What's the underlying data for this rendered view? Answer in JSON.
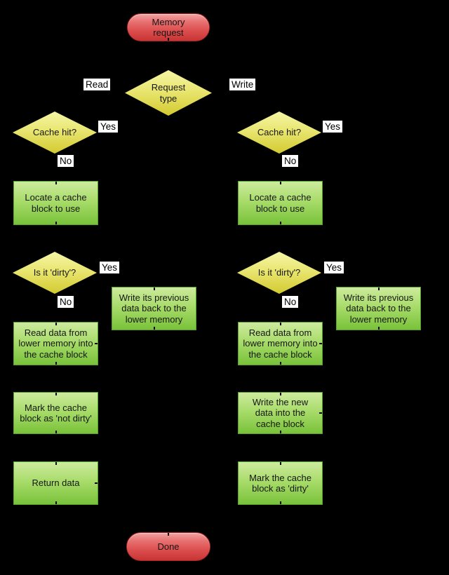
{
  "flow": {
    "start": "Memory\nrequest",
    "request_type": "Request\ntype",
    "read_label": "Read",
    "write_label": "Write",
    "yes": "Yes",
    "no": "No",
    "left": {
      "cache_hit": "Cache hit?",
      "locate": "Locate a cache\nblock to use",
      "is_dirty": "Is it 'dirty'?",
      "write_back": "Write its previous\ndata back to the\nlower memory",
      "read_data": "Read data from\nlower memory into\nthe cache block",
      "mark": "Mark the cache\nblock as 'not dirty'",
      "return_data": "Return data"
    },
    "right": {
      "cache_hit": "Cache hit?",
      "locate": "Locate a cache\nblock to use",
      "is_dirty": "Is it 'dirty'?",
      "write_back": "Write its previous\ndata back to the\nlower memory",
      "read_data": "Read data from\nlower memory into\nthe cache block",
      "write_new": "Write the new\ndata into the\ncache block",
      "mark": "Mark the cache\nblock as 'dirty'"
    },
    "end": "Done",
    "colors": {
      "canvas": "#000000",
      "terminal_red": "#dc4f4f",
      "process_green": "#8bc843",
      "decision_yellow": "#dfd83e",
      "edge_label_bg": "#ffffff",
      "text": "#161616"
    }
  }
}
